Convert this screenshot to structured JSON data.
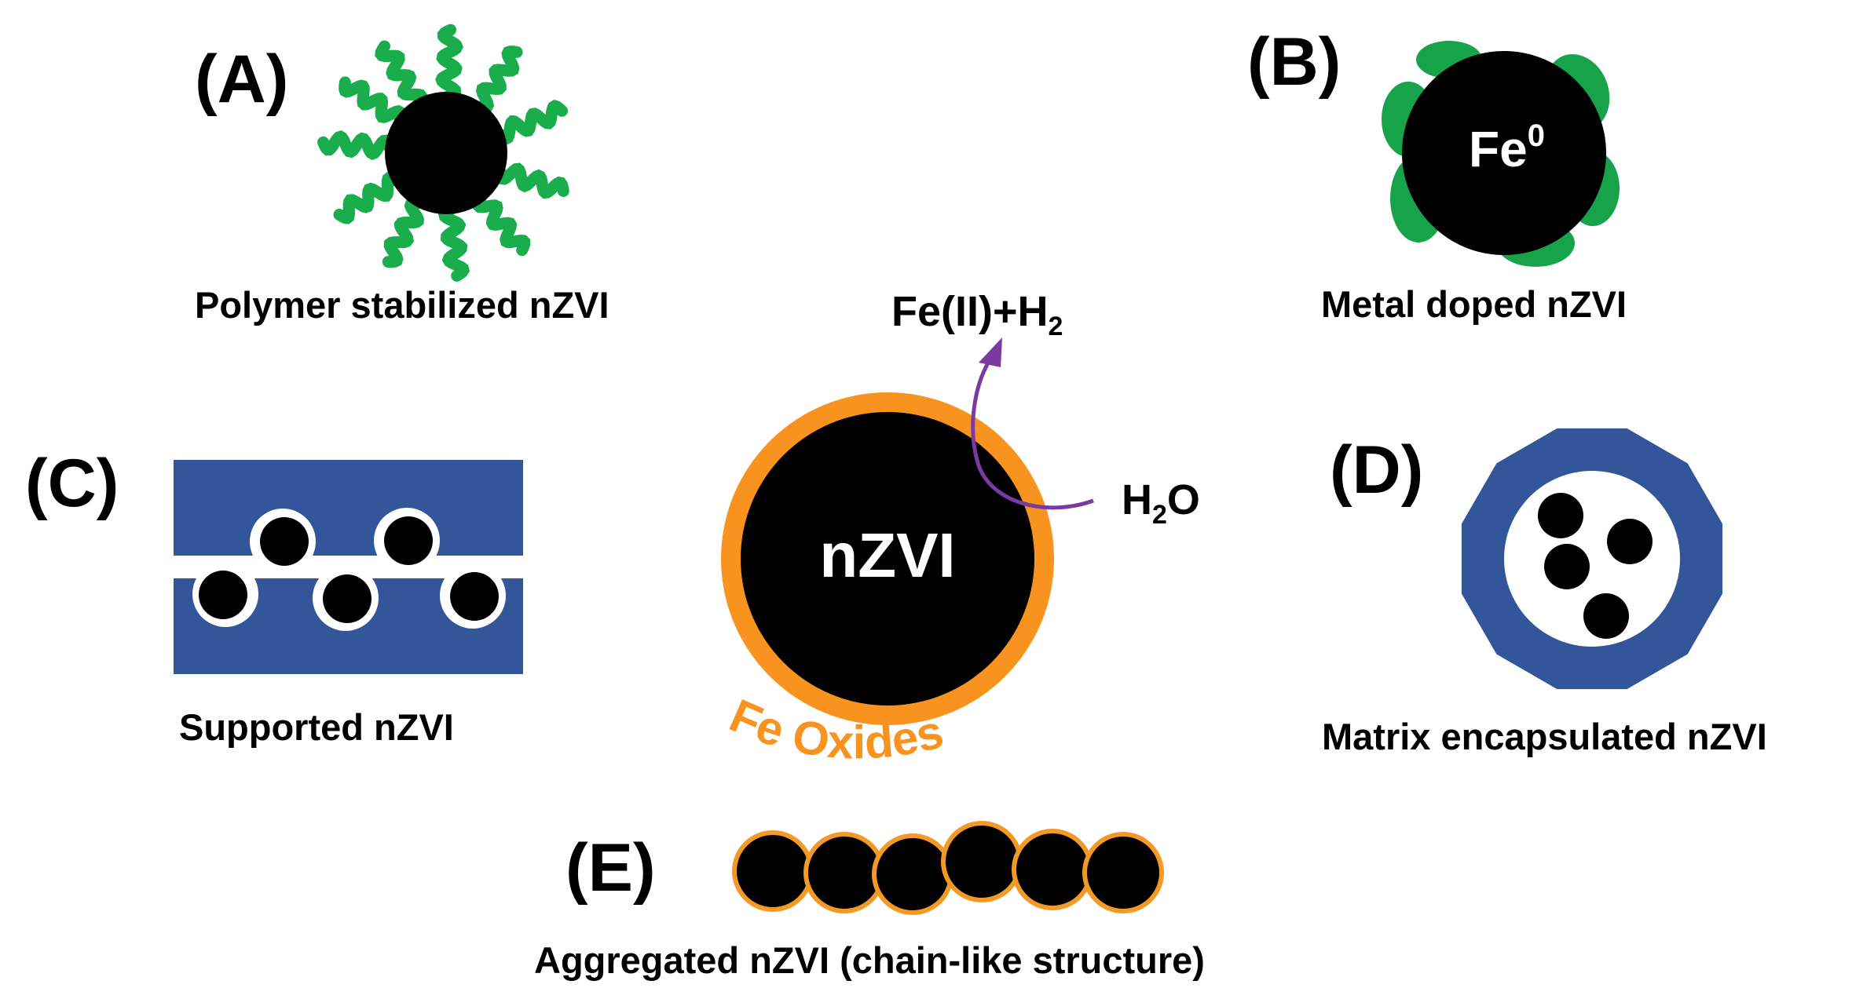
{
  "colors": {
    "black": "#000000",
    "polymer_green": "#1aad4b",
    "dopant_green": "#16a34a",
    "support_blue": "#33569a",
    "oxide_orange": "#f7931e",
    "chain_orange": "#f39a26",
    "arrow_purple": "#7a3aa0",
    "white": "#ffffff"
  },
  "panels": {
    "A": {
      "letter": "(A)",
      "caption": "Polymer stabilized nZVI"
    },
    "B": {
      "letter": "(B)",
      "caption": "Metal doped nZVI",
      "core_label": "Fe",
      "core_sup": "0"
    },
    "C": {
      "letter": "(C)",
      "caption": "Supported nZVI"
    },
    "D": {
      "letter": "(D)",
      "caption": "Matrix encapsulated nZVI"
    },
    "E": {
      "letter": "(E)",
      "caption": "Aggregated nZVI (chain-like structure)"
    }
  },
  "center": {
    "core_label": "nZVI",
    "shell_label": "Fe Oxides",
    "reactant": {
      "main": "H",
      "sub": "2",
      "tail": "O"
    },
    "product": {
      "main": "Fe(II)+H",
      "sub": "2"
    }
  }
}
